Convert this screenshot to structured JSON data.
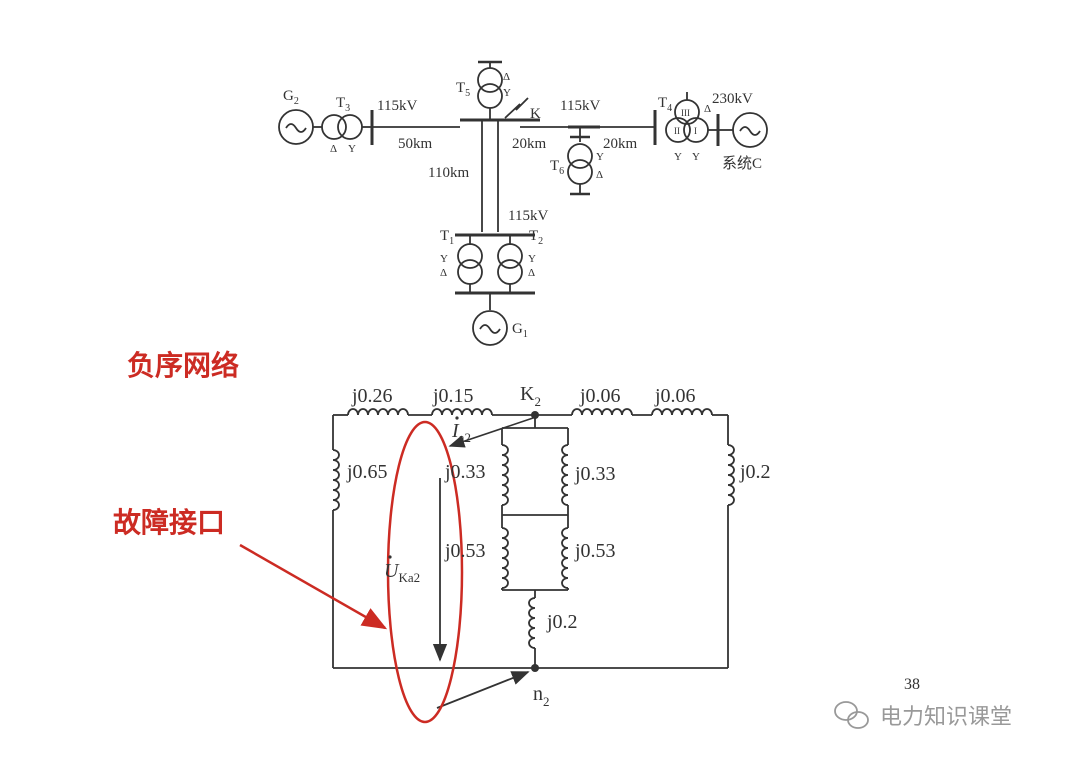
{
  "system_diagram": {
    "generators": {
      "g2": "G",
      "g2_sub": "2",
      "g1": "G",
      "g1_sub": "1",
      "system_c": "系统C"
    },
    "transformers": {
      "t3": "T",
      "t3_sub": "3",
      "t5": "T",
      "t5_sub": "5",
      "t6": "T",
      "t6_sub": "6",
      "t4": "T",
      "t4_sub": "4",
      "t1": "T",
      "t1_sub": "1",
      "t2": "T",
      "t2_sub": "2"
    },
    "winding_marks": {
      "delta": "Δ",
      "wye": "Y",
      "t4_i": "I",
      "t4_ii": "II",
      "t4_iii": "III"
    },
    "voltages": {
      "v1": "115kV",
      "v2": "115kV",
      "v3": "230kV",
      "v4": "115kV"
    },
    "lines": {
      "l50": "50km",
      "l20a": "20km",
      "l20b": "20km",
      "l110": "110km"
    },
    "fault": "K"
  },
  "negative_sequence": {
    "title": "负序网络",
    "fault_interface_label": "故障接口",
    "node_top": "K",
    "node_top_sub": "2",
    "node_bottom": "n",
    "node_bottom_sub": "2",
    "current": "I",
    "current_sub": "a2",
    "voltage": "U",
    "voltage_sub": "Ka2",
    "impedances": {
      "top1": "j0.26",
      "top2": "j0.15",
      "top3": "j0.06",
      "top4": "j0.06",
      "left": "j0.65",
      "right": "j0.2",
      "mid_upper_left": "j0.33",
      "mid_upper_right": "j0.33",
      "mid_lower_left": "j0.53",
      "mid_lower_right": "j0.53",
      "bottom": "j0.2"
    }
  },
  "page_number": "38",
  "watermark": "电力知识课堂"
}
